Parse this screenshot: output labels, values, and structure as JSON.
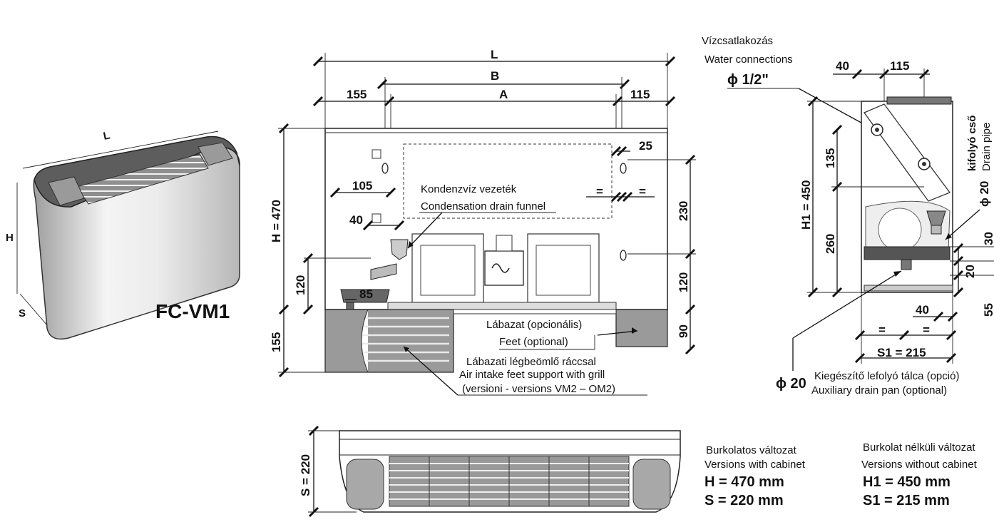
{
  "iso_view": {
    "label_L": "L",
    "label_H": "H",
    "label_S": "S",
    "model": "FC-VM1"
  },
  "front_view": {
    "dim_L": "L",
    "dim_B": "B",
    "dim_A": "A",
    "dim_155_top": "155",
    "dim_115_top": "115",
    "dim_25": "25",
    "dim_105": "105",
    "dim_40": "40",
    "dim_85": "85",
    "dim_H": "H = 470",
    "dim_120_left": "120",
    "dim_155_left": "155",
    "dim_230": "230",
    "dim_120_right": "120",
    "dim_90": "90",
    "eq_1": "=",
    "eq_2": "=",
    "condensate_hu": "Kondenzvíz vezeték",
    "condensate_en": "Condensation drain funnel",
    "feet_hu": "Lábazat (opcionális)",
    "feet_en": "Feet (optional)",
    "grill_hu": "Lábazati légbeömlő ráccsal",
    "grill_en": "Air intake feet support with grill",
    "grill_versions": "(versioni - versions VM2 – OM2)"
  },
  "side_view": {
    "water_hu": "Vízcsatlakozás",
    "water_en": "Water connections",
    "water_size": "ϕ  1/2\"",
    "dim_40_top": "40",
    "dim_115_top": "115",
    "dim_H1": "H1 = 450",
    "dim_135": "135",
    "dim_260": "260",
    "drain_hu": "kifolyó cső",
    "drain_en": "Drain pipe",
    "drain_size": "ϕ 20",
    "dim_30": "30",
    "dim_20": "20",
    "dim_55": "55",
    "dim_40_bottom": "40",
    "eq_1": "=",
    "eq_2": "=",
    "dim_S1": "S1 = 215",
    "pan_size": "ϕ 20",
    "pan_hu": "Kiegészítő lefolyó tálca (opció)",
    "pan_en": "Auxiliary drain pan (optional)"
  },
  "top_view": {
    "dim_S": "S = 220"
  },
  "specs": {
    "cabinet_hu": "Burkolatos változat",
    "cabinet_en": "Versions with cabinet",
    "cabinet_H": "H = 470 mm",
    "cabinet_S": "S = 220 mm",
    "nocab_hu": "Burkolat nélküli változat",
    "nocab_en": "Versions without cabinet",
    "nocab_H1": "H1 = 450 mm",
    "nocab_S1": "S1 = 215 mm"
  }
}
